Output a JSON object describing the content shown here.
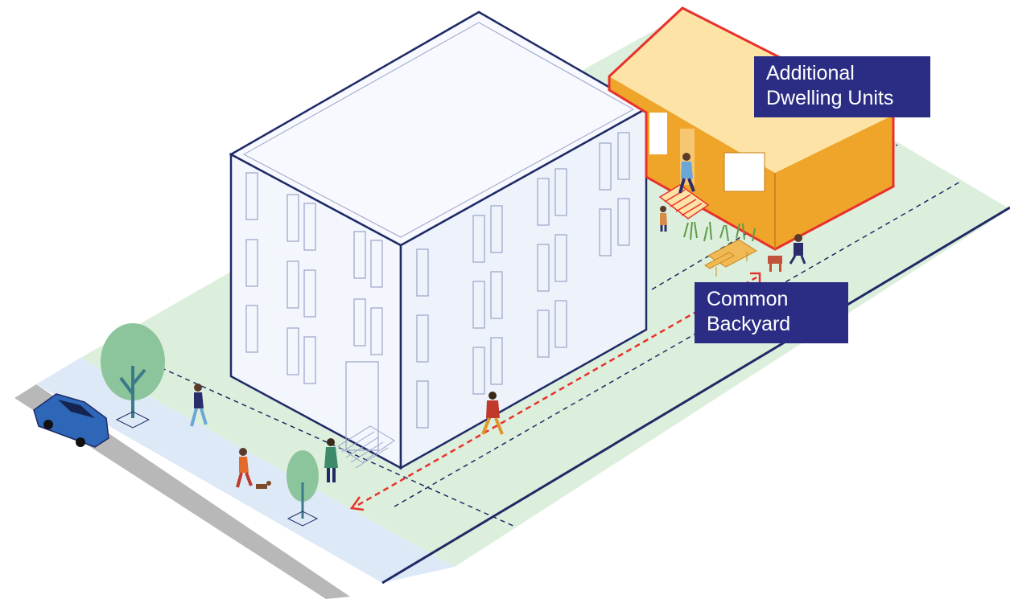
{
  "labels": {
    "adu": {
      "line1": "Additional",
      "line2": "Dwelling Units"
    },
    "backyard": {
      "line1": "Common",
      "line2": "Backyard"
    }
  },
  "colors": {
    "callout_bg": "#2b2d84",
    "callout_text": "#ffffff",
    "lot_green": "#dcefdc",
    "sidewalk": "#dde9f6",
    "street": "#b8b8b8",
    "building_fill": "#f3f6fd",
    "building_outline": "#1f2a66",
    "adu_roof": "#fde3a5",
    "adu_wall": "#eea52a",
    "adu_outline": "#e8312d",
    "path_arrow": "#e8312d",
    "car": "#2e66b8"
  },
  "icons": [
    "tree-icon",
    "car-icon",
    "person-icon",
    "dog-icon",
    "picnic-table-icon",
    "chair-icon",
    "grass-icon"
  ]
}
